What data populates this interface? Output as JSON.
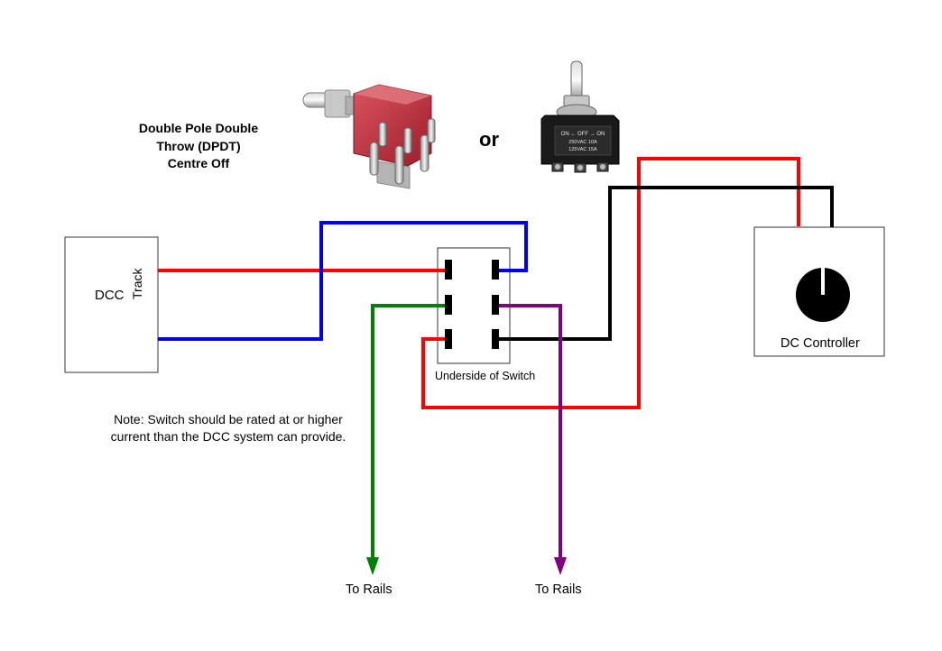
{
  "title_lines": [
    "Double Pole Double",
    "Throw (DPDT)",
    "Centre Off"
  ],
  "or_label": "or",
  "dcc_box": {
    "label": "DCC",
    "track_label": "Track"
  },
  "switch_underside": {
    "label": "Underside of Switch"
  },
  "dc_controller": {
    "label": "DC Controller"
  },
  "note": "Note: Switch should be rated at or higher current than the DCC system can provide.",
  "outputs": {
    "left": "To Rails",
    "right": "To Rails"
  },
  "toggle_plate_text": {
    "line1": "ON ← OFF → ON",
    "line2": "250VAC 10A",
    "line3": "125VAC 15A"
  },
  "wire_colors": {
    "red": "#ff0000",
    "blue": "#0000ee",
    "green": "#008000",
    "purple": "#800080",
    "black": "#000000"
  }
}
